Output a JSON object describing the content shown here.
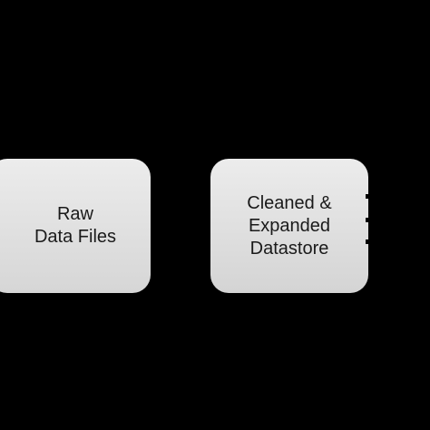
{
  "diagram": {
    "background": "#000000",
    "node_fill": "#e0e0e0",
    "nodes": [
      {
        "id": "raw",
        "lines": [
          "Raw",
          "Data Files"
        ]
      },
      {
        "id": "clean",
        "lines": [
          "Cleaned &",
          "Expanded",
          "Datastore"
        ]
      }
    ]
  }
}
